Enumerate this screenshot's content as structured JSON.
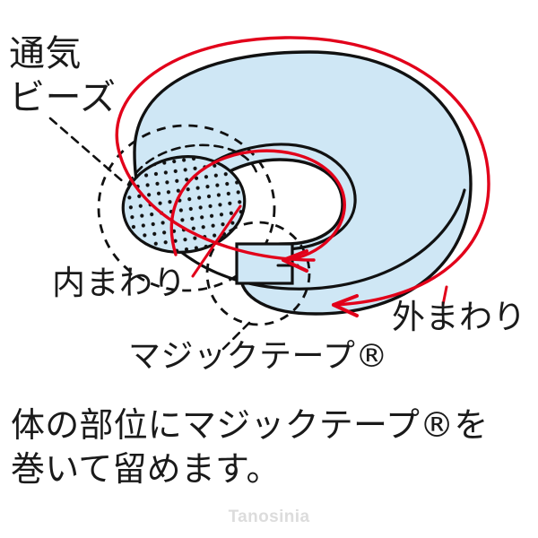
{
  "figure": {
    "title": "neck-pillow-cutaway-diagram",
    "colors": {
      "pillow_fill": "#cfe7f5",
      "outline": "#111111",
      "arrow_red": "#e2001a",
      "dashed_callout": "#111111",
      "background": "#ffffff",
      "velcro_fill": "#cfe7f5",
      "bead_dot": "#111111",
      "watermark": "#dcdcdc",
      "text": "#1a1a1a"
    }
  },
  "labels": {
    "beads": "通気\nビーズ",
    "inner": "内まわり",
    "outer": "外まわり",
    "velcro": "マジックテープ®"
  },
  "caption": {
    "text": "体の部位にマジックテープ®を\n巻いて留めます。"
  },
  "watermark": {
    "text": "Tanosinia"
  }
}
